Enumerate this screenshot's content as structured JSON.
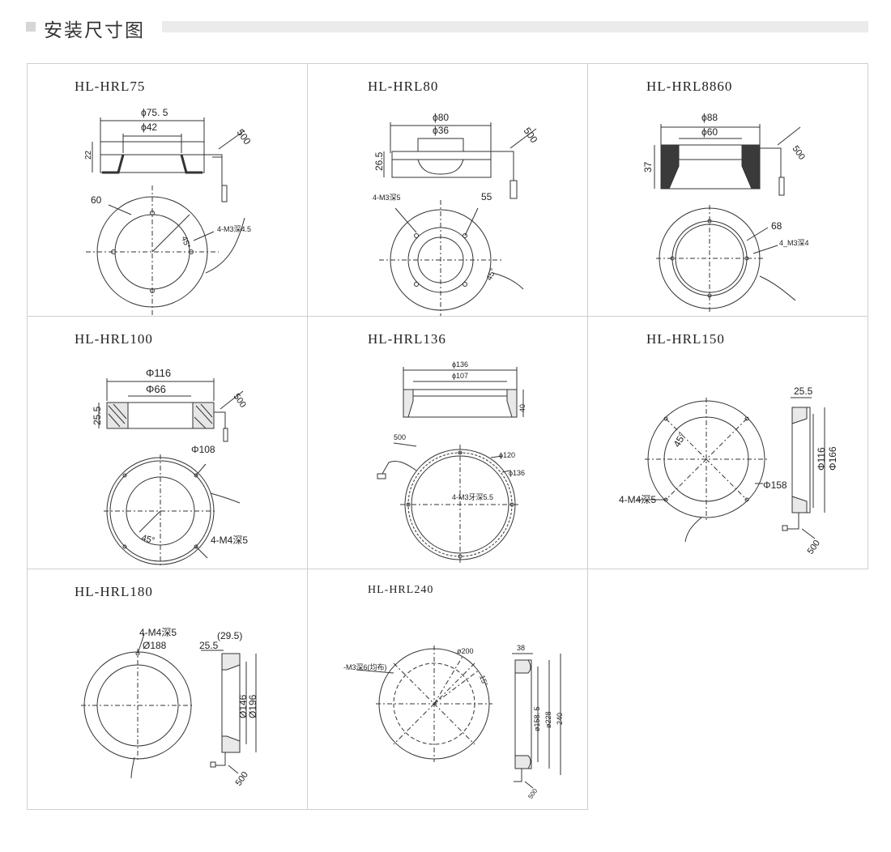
{
  "header": {
    "title": "安装尺寸图"
  },
  "panels": [
    {
      "model": "HL-HRL75",
      "dims": {
        "outer": "ϕ75. 5",
        "inner": "ϕ42",
        "height": "22",
        "cable": "500",
        "ring": "60",
        "angle": "45°",
        "holes": "4-M3深4.5"
      }
    },
    {
      "model": "HL-HRL80",
      "dims": {
        "outer": "ϕ80",
        "inner": "ϕ36",
        "height": "26.5",
        "cable": "500",
        "holes": "4-M3深5",
        "ring": "55",
        "angle": "45°"
      }
    },
    {
      "model": "HL-HRL8860",
      "dims": {
        "outer": "ϕ88",
        "inner": "ϕ60",
        "height": "37",
        "cable": "500",
        "ring": "68",
        "holes": "4_M3深4"
      }
    },
    {
      "model": "HL-HRL100",
      "dims": {
        "outer": "Φ116",
        "inner": "Φ66",
        "height": "25.5",
        "cable": "500",
        "ring": "Φ108",
        "angle": "45°",
        "holes": "4-M4深5"
      }
    },
    {
      "model": "HL-HRL136",
      "dims": {
        "outer": "ϕ136",
        "inner": "ϕ107",
        "height": "40",
        "cable": "500",
        "ring": "ϕ120",
        "outer2": "ϕ136",
        "holes": "4-M3牙深5.5"
      }
    },
    {
      "model": "HL-HRL150",
      "dims": {
        "height": "25.5",
        "angle": "45°",
        "inner": "Φ116",
        "outer": "Φ166",
        "ring": "Φ158",
        "holes": "4-M4深5",
        "cable": "500"
      }
    },
    {
      "model": "HL-HRL180",
      "dims": {
        "holes": "4-M4深5",
        "ring": "Ø188",
        "height": "25.5",
        "height2": "(29.5)",
        "inner": "Ø146",
        "outer": "Ø196",
        "cable": "500"
      }
    },
    {
      "model": "HL-HRL240",
      "dims": {
        "holes": "-M3深6(均布)",
        "ring": "ø200",
        "angle": "15°",
        "height": "38",
        "inner": "ø158. 5",
        "mid": "ø228",
        "outer": "240",
        "cable": "500"
      }
    }
  ]
}
